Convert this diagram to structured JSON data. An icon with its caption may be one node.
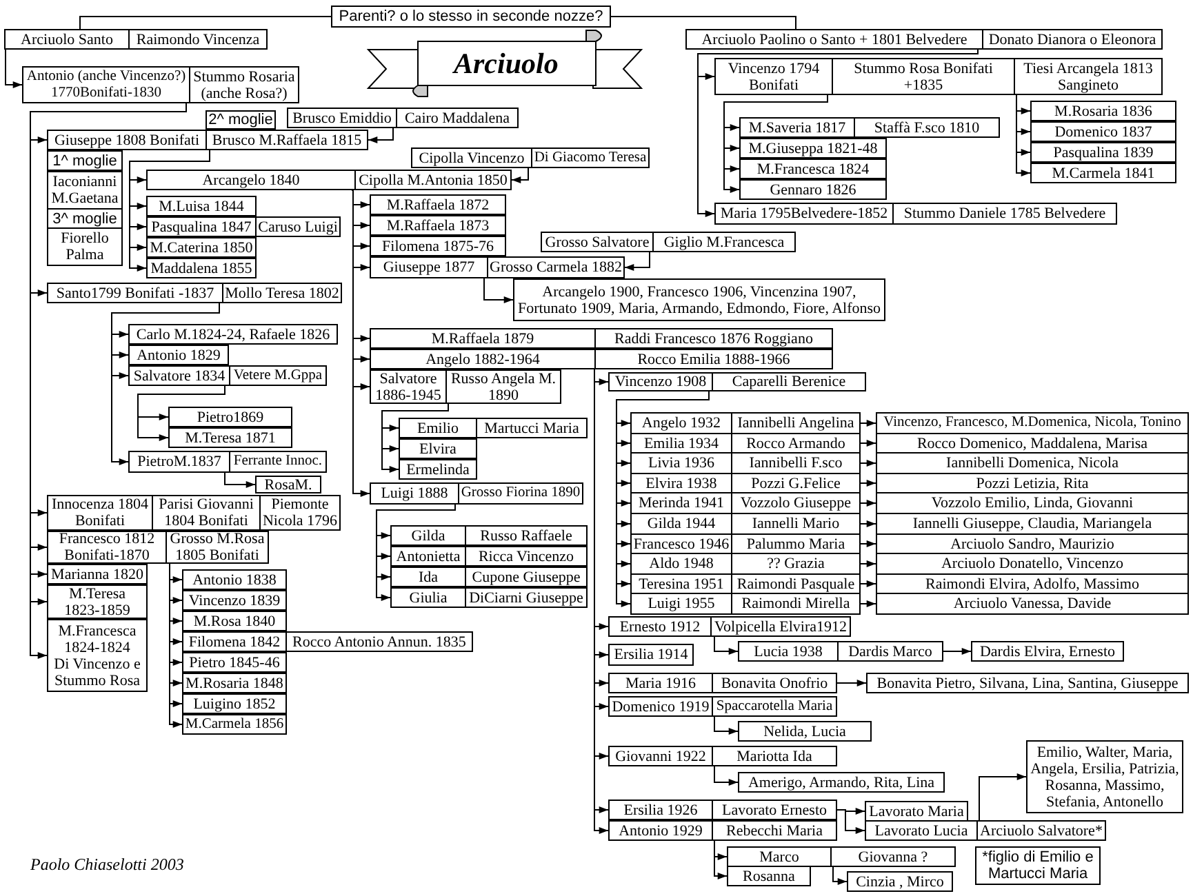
{
  "diagram": {
    "title": "Arciuolo",
    "caption": "Paolo Chiaselotti 2003",
    "nodes": [
      {
        "text": [
          "Parenti? o lo stesso in seconde nozze?"
        ]
      },
      {
        "text": [
          "Arciuolo Santo"
        ]
      },
      {
        "text": [
          "Raimondo Vincenza"
        ]
      },
      {
        "text": [
          "Antonio (anche Vincenzo?) 1770Bonifati-1830"
        ]
      },
      {
        "text": [
          "Stummo Rosaria (anche Rosa?)"
        ]
      },
      {
        "text": [
          "Arciuolo Paolino o Santo + 1801 Belvedere"
        ]
      },
      {
        "text": [
          "Donato Dianora o Eleonora"
        ]
      },
      {
        "text": [
          "Vincenzo 1794 Bonifati"
        ]
      },
      {
        "text": [
          "Stummo Rosa Bonifati +1835"
        ]
      },
      {
        "text": [
          "Tiesi Arcangela 1813 Sangineto"
        ]
      },
      {
        "text": [
          "M.Saveria 1817"
        ]
      },
      {
        "text": [
          "Staffà F.sco 1810"
        ]
      },
      {
        "text": [
          "M.Rosaria 1836"
        ]
      },
      {
        "text": [
          "M.Giuseppa 1821-48"
        ]
      },
      {
        "text": [
          "Domenico 1837"
        ]
      },
      {
        "text": [
          "M.Francesca 1824"
        ]
      },
      {
        "text": [
          "Pasqualina 1839"
        ]
      },
      {
        "text": [
          "Gennaro 1826"
        ]
      },
      {
        "text": [
          "M.Carmela 1841"
        ]
      },
      {
        "text": [
          "Maria 1795Belvedere-1852"
        ]
      },
      {
        "text": [
          "Stummo Daniele 1785 Belvedere"
        ]
      },
      {
        "text": [
          "2^ moglie"
        ]
      },
      {
        "text": [
          "Brusco Emiddio"
        ]
      },
      {
        "text": [
          "Cairo Maddalena"
        ]
      },
      {
        "text": [
          "Giuseppe 1808 Bonifati"
        ]
      },
      {
        "text": [
          "Brusco M.Raffaela 1815"
        ]
      },
      {
        "text": [
          "1^ moglie"
        ]
      },
      {
        "text": [
          "Iaconianni M.Gaetana"
        ]
      },
      {
        "text": [
          "3^ moglie"
        ]
      },
      {
        "text": [
          "Fiorello Palma"
        ]
      },
      {
        "text": [
          "Cipolla Vincenzo"
        ]
      },
      {
        "text": [
          "Di Giacomo Teresa"
        ]
      },
      {
        "text": [
          "Arcangelo 1840"
        ]
      },
      {
        "text": [
          "Cipolla M.Antonia 1850"
        ]
      },
      {
        "text": [
          "M.Luisa 1844"
        ]
      },
      {
        "text": [
          "Pasqualina 1847"
        ]
      },
      {
        "text": [
          "Caruso Luigi"
        ]
      },
      {
        "text": [
          "M.Caterina 1850"
        ]
      },
      {
        "text": [
          "Maddalena 1855"
        ]
      },
      {
        "text": [
          "M.Raffaela 1872"
        ]
      },
      {
        "text": [
          "M.Raffaela 1873"
        ]
      },
      {
        "text": [
          "Filomena 1875-76"
        ]
      },
      {
        "text": [
          "Grosso Salvatore"
        ]
      },
      {
        "text": [
          "Giglio M.Francesca"
        ]
      },
      {
        "text": [
          "Giuseppe 1877"
        ]
      },
      {
        "text": [
          "Grosso Carmela 1882"
        ]
      },
      {
        "text": [
          "Arcangelo 1900, Francesco 1906, Vincenzina 1907, Fortunato 1909, Maria, Armando, Edmondo, Fiore, Alfonso"
        ]
      },
      {
        "text": [
          "Santo1799 Bonifati -1837"
        ]
      },
      {
        "text": [
          "Mollo Teresa 1802"
        ]
      },
      {
        "text": [
          "Carlo M.1824-24, Rafaele 1826"
        ]
      },
      {
        "text": [
          "Antonio 1829"
        ]
      },
      {
        "text": [
          "Salvatore 1834"
        ]
      },
      {
        "text": [
          "Vetere M.Gppa"
        ]
      },
      {
        "text": [
          "Pietro1869"
        ]
      },
      {
        "text": [
          "M.Teresa 1871"
        ]
      },
      {
        "text": [
          "PietroM.1837"
        ]
      },
      {
        "text": [
          "Ferrante Innoc."
        ]
      },
      {
        "text": [
          "RosaM."
        ]
      },
      {
        "text": [
          "M.Raffaela 1879"
        ]
      },
      {
        "text": [
          "Raddi Francesco 1876 Roggiano"
        ]
      },
      {
        "text": [
          "Angelo 1882-1964"
        ]
      },
      {
        "text": [
          "Rocco Emilia 1888-1966"
        ]
      },
      {
        "text": [
          "Salvatore 1886-1945"
        ]
      },
      {
        "text": [
          "Russo Angela M. 1890"
        ]
      },
      {
        "text": [
          "Emilio"
        ]
      },
      {
        "text": [
          "Martucci Maria"
        ]
      },
      {
        "text": [
          "Elvira"
        ]
      },
      {
        "text": [
          "Ermelinda"
        ]
      },
      {
        "text": [
          "Luigi 1888"
        ]
      },
      {
        "text": [
          "Grosso Fiorina 1890"
        ]
      },
      {
        "text": [
          "Gilda"
        ]
      },
      {
        "text": [
          "Russo Raffaele"
        ]
      },
      {
        "text": [
          "Antonietta"
        ]
      },
      {
        "text": [
          "Ricca Vincenzo"
        ]
      },
      {
        "text": [
          "Ida"
        ]
      },
      {
        "text": [
          "Cupone Giuseppe"
        ]
      },
      {
        "text": [
          "Giulia"
        ]
      },
      {
        "text": [
          "DiCiarni Giuseppe"
        ]
      },
      {
        "text": [
          "Innocenza 1804 Bonifati"
        ]
      },
      {
        "text": [
          "Parisi Giovanni 1804 Bonifati"
        ]
      },
      {
        "text": [
          "Piemonte Nicola 1796"
        ]
      },
      {
        "text": [
          "Francesco 1812 Bonifati-1870"
        ]
      },
      {
        "text": [
          "Grosso M.Rosa 1805 Bonifati"
        ]
      },
      {
        "text": [
          "Marianna 1820"
        ]
      },
      {
        "text": [
          "M.Teresa 1823-1859"
        ]
      },
      {
        "text": [
          "M.Francesca 1824-1824",
          "Di Vincenzo e Stummo Rosa"
        ]
      },
      {
        "text": [
          "Antonio 1838"
        ]
      },
      {
        "text": [
          "Vincenzo 1839"
        ]
      },
      {
        "text": [
          "M.Rosa 1840"
        ]
      },
      {
        "text": [
          "Filomena 1842"
        ]
      },
      {
        "text": [
          "Rocco Antonio Annun. 1835"
        ]
      },
      {
        "text": [
          "Pietro 1845-46"
        ]
      },
      {
        "text": [
          "M.Rosaria 1848"
        ]
      },
      {
        "text": [
          "Luigino 1852"
        ]
      },
      {
        "text": [
          "M.Carmela 1856"
        ]
      },
      {
        "text": [
          "Vincenzo 1908"
        ]
      },
      {
        "text": [
          "Caparelli Berenice"
        ]
      },
      {
        "text": [
          "Angelo 1932"
        ]
      },
      {
        "text": [
          "Iannibelli Angelina"
        ]
      },
      {
        "text": [
          "Vincenzo, Francesco, M.Domenica, Nicola, Tonino"
        ]
      },
      {
        "text": [
          "Emilia 1934"
        ]
      },
      {
        "text": [
          "Rocco Armando"
        ]
      },
      {
        "text": [
          "Rocco Domenico, Maddalena, Marisa"
        ]
      },
      {
        "text": [
          "Livia 1936"
        ]
      },
      {
        "text": [
          "Iannibelli F.sco"
        ]
      },
      {
        "text": [
          "Iannibelli Domenica, Nicola"
        ]
      },
      {
        "text": [
          "Elvira 1938"
        ]
      },
      {
        "text": [
          "Pozzi G.Felice"
        ]
      },
      {
        "text": [
          "Pozzi Letizia, Rita"
        ]
      },
      {
        "text": [
          "Merinda 1941"
        ]
      },
      {
        "text": [
          "Vozzolo Giuseppe"
        ]
      },
      {
        "text": [
          "Vozzolo Emilio, Linda, Giovanni"
        ]
      },
      {
        "text": [
          "Gilda 1944"
        ]
      },
      {
        "text": [
          "Iannelli Mario"
        ]
      },
      {
        "text": [
          "Iannelli Giuseppe, Claudia, Mariangela"
        ]
      },
      {
        "text": [
          "Francesco 1946"
        ]
      },
      {
        "text": [
          "Palummo Maria"
        ]
      },
      {
        "text": [
          "Arciuolo Sandro, Maurizio"
        ]
      },
      {
        "text": [
          "Aldo 1948"
        ]
      },
      {
        "text": [
          "?? Grazia"
        ]
      },
      {
        "text": [
          "Arciuolo Donatello, Vincenzo"
        ]
      },
      {
        "text": [
          "Teresina 1951"
        ]
      },
      {
        "text": [
          "Raimondi Pasquale"
        ]
      },
      {
        "text": [
          "Raimondi Elvira, Adolfo, Massimo"
        ]
      },
      {
        "text": [
          "Luigi 1955"
        ]
      },
      {
        "text": [
          "Raimondi Mirella"
        ]
      },
      {
        "text": [
          "Arciuolo Vanessa, Davide"
        ]
      },
      {
        "text": [
          "Ernesto 1912"
        ]
      },
      {
        "text": [
          "Volpicella Elvira1912"
        ]
      },
      {
        "text": [
          "Lucia 1938"
        ]
      },
      {
        "text": [
          "Dardis Marco"
        ]
      },
      {
        "text": [
          "Dardis Elvira, Ernesto"
        ]
      },
      {
        "text": [
          "Ersilia 1914"
        ]
      },
      {
        "text": [
          "Maria 1916"
        ]
      },
      {
        "text": [
          "Bonavita Onofrio"
        ]
      },
      {
        "text": [
          "Bonavita Pietro, Silvana, Lina, Santina, Giuseppe"
        ]
      },
      {
        "text": [
          "Domenico 1919"
        ]
      },
      {
        "text": [
          "Spaccarotella Maria"
        ]
      },
      {
        "text": [
          "Nelida, Lucia"
        ]
      },
      {
        "text": [
          "Giovanni 1922"
        ]
      },
      {
        "text": [
          "Mariotta Ida"
        ]
      },
      {
        "text": [
          "Amerigo, Armando, Rita, Lina"
        ]
      },
      {
        "text": [
          "Ersilia 1926"
        ]
      },
      {
        "text": [
          "Lavorato Ernesto"
        ]
      },
      {
        "text": [
          "Lavorato Maria"
        ]
      },
      {
        "text": [
          "Lavorato Lucia"
        ]
      },
      {
        "text": [
          "Arciuolo Salvatore*"
        ]
      },
      {
        "text": [
          "Emilio, Walter, Maria, Angela, Ersilia, Patrizia, Rosanna, Massimo, Stefania, Antonello"
        ]
      },
      {
        "text": [
          "Antonio 1929"
        ]
      },
      {
        "text": [
          "Rebecchi Maria"
        ]
      },
      {
        "text": [
          "Marco"
        ]
      },
      {
        "text": [
          "Giovanna ?"
        ]
      },
      {
        "text": [
          "Rosanna"
        ]
      },
      {
        "text": [
          "Cinzia , Mirco"
        ]
      },
      {
        "text": [
          "*figlio di Emilio e Martucci Maria"
        ]
      }
    ],
    "edges": [
      {
        "from": 0,
        "to": 1,
        "arrow": "none"
      },
      {
        "from": 0,
        "to": 5,
        "arrow": "none"
      },
      {
        "from": 1,
        "to": 3,
        "arrow": "to"
      },
      {
        "from": 3,
        "to": 24,
        "arrow": "to"
      },
      {
        "from": 3,
        "to": 47,
        "arrow": "to"
      },
      {
        "from": 3,
        "to": 78,
        "arrow": "to"
      },
      {
        "from": 3,
        "to": 81,
        "arrow": "to"
      },
      {
        "from": 3,
        "to": 83,
        "arrow": "to"
      },
      {
        "from": 3,
        "to": 84,
        "arrow": "to"
      },
      {
        "from": 3,
        "to": 85,
        "arrow": "to"
      },
      {
        "from": 22,
        "to": 25,
        "arrow": "to"
      },
      {
        "from": 25,
        "to": 32,
        "arrow": "to"
      },
      {
        "from": 25,
        "to": 34,
        "arrow": "to"
      },
      {
        "from": 25,
        "to": 35,
        "arrow": "to"
      },
      {
        "from": 25,
        "to": 37,
        "arrow": "to"
      },
      {
        "from": 25,
        "to": 38,
        "arrow": "to"
      },
      {
        "from": 30,
        "to": 33,
        "arrow": "to"
      },
      {
        "from": 32,
        "to": 39,
        "arrow": "to"
      },
      {
        "from": 32,
        "to": 40,
        "arrow": "to"
      },
      {
        "from": 32,
        "to": 41,
        "arrow": "to"
      },
      {
        "from": 32,
        "to": 44,
        "arrow": "to"
      },
      {
        "from": 32,
        "to": 58,
        "arrow": "to"
      },
      {
        "from": 32,
        "to": 60,
        "arrow": "to"
      },
      {
        "from": 32,
        "to": 62,
        "arrow": "to"
      },
      {
        "from": 32,
        "to": 68,
        "arrow": "to"
      },
      {
        "from": 42,
        "to": 45,
        "arrow": "to"
      },
      {
        "from": 44,
        "to": 46,
        "arrow": "to"
      },
      {
        "from": 63,
        "to": 64,
        "arrow": "to"
      },
      {
        "from": 63,
        "to": 66,
        "arrow": "to"
      },
      {
        "from": 63,
        "to": 67,
        "arrow": "to"
      },
      {
        "from": 68,
        "to": 70,
        "arrow": "to"
      },
      {
        "from": 68,
        "to": 72,
        "arrow": "to"
      },
      {
        "from": 68,
        "to": 74,
        "arrow": "to"
      },
      {
        "from": 68,
        "to": 76,
        "arrow": "to"
      },
      {
        "from": 60,
        "to": 95,
        "arrow": "to"
      },
      {
        "from": 60,
        "to": 127,
        "arrow": "to"
      },
      {
        "from": 60,
        "to": 132,
        "arrow": "to"
      },
      {
        "from": 60,
        "to": 133,
        "arrow": "to"
      },
      {
        "from": 60,
        "to": 136,
        "arrow": "to"
      },
      {
        "from": 60,
        "to": 139,
        "arrow": "to"
      },
      {
        "from": 60,
        "to": 142,
        "arrow": "to"
      },
      {
        "from": 60,
        "to": 148,
        "arrow": "to"
      },
      {
        "from": 95,
        "to": 97,
        "arrow": "to"
      },
      {
        "from": 95,
        "to": 100,
        "arrow": "to"
      },
      {
        "from": 95,
        "to": 103,
        "arrow": "to"
      },
      {
        "from": 95,
        "to": 106,
        "arrow": "to"
      },
      {
        "from": 95,
        "to": 109,
        "arrow": "to"
      },
      {
        "from": 95,
        "to": 112,
        "arrow": "to"
      },
      {
        "from": 95,
        "to": 115,
        "arrow": "to"
      },
      {
        "from": 95,
        "to": 118,
        "arrow": "to"
      },
      {
        "from": 95,
        "to": 121,
        "arrow": "to"
      },
      {
        "from": 95,
        "to": 124,
        "arrow": "to"
      },
      {
        "from": 98,
        "to": 99,
        "arrow": "to"
      },
      {
        "from": 101,
        "to": 102,
        "arrow": "to"
      },
      {
        "from": 104,
        "to": 105,
        "arrow": "to"
      },
      {
        "from": 107,
        "to": 108,
        "arrow": "to"
      },
      {
        "from": 110,
        "to": 111,
        "arrow": "to"
      },
      {
        "from": 113,
        "to": 114,
        "arrow": "to"
      },
      {
        "from": 116,
        "to": 117,
        "arrow": "to"
      },
      {
        "from": 119,
        "to": 120,
        "arrow": "to"
      },
      {
        "from": 122,
        "to": 123,
        "arrow": "to"
      },
      {
        "from": 125,
        "to": 126,
        "arrow": "to"
      },
      {
        "from": 128,
        "to": 129,
        "arrow": "to"
      },
      {
        "from": 130,
        "to": 131,
        "arrow": "to"
      },
      {
        "from": 134,
        "to": 135,
        "arrow": "to"
      },
      {
        "from": 137,
        "to": 138,
        "arrow": "to"
      },
      {
        "from": 140,
        "to": 141,
        "arrow": "to"
      },
      {
        "from": 143,
        "to": 144,
        "arrow": "to"
      },
      {
        "from": 143,
        "to": 145,
        "arrow": "to"
      },
      {
        "from": 146,
        "to": 147,
        "arrow": "to"
      },
      {
        "from": 149,
        "to": 150,
        "arrow": "to"
      },
      {
        "from": 149,
        "to": 152,
        "arrow": "to"
      },
      {
        "from": 151,
        "to": 153,
        "arrow": "to"
      },
      {
        "from": 5,
        "to": 7,
        "arrow": "to"
      },
      {
        "from": 5,
        "to": 19,
        "arrow": "to"
      },
      {
        "from": 7,
        "to": 10,
        "arrow": "to"
      },
      {
        "from": 7,
        "to": 13,
        "arrow": "to"
      },
      {
        "from": 7,
        "to": 15,
        "arrow": "to"
      },
      {
        "from": 7,
        "to": 17,
        "arrow": "to"
      },
      {
        "from": 9,
        "to": 12,
        "arrow": "to"
      },
      {
        "from": 9,
        "to": 14,
        "arrow": "to"
      },
      {
        "from": 9,
        "to": 16,
        "arrow": "to"
      },
      {
        "from": 9,
        "to": 18,
        "arrow": "to"
      },
      {
        "from": 47,
        "to": 49,
        "arrow": "to"
      },
      {
        "from": 47,
        "to": 50,
        "arrow": "to"
      },
      {
        "from": 47,
        "to": 51,
        "arrow": "to"
      },
      {
        "from": 47,
        "to": 55,
        "arrow": "to"
      },
      {
        "from": 51,
        "to": 53,
        "arrow": "to"
      },
      {
        "from": 51,
        "to": 54,
        "arrow": "to"
      },
      {
        "from": 55,
        "to": 57,
        "arrow": "to"
      },
      {
        "from": 82,
        "to": 86,
        "arrow": "to"
      },
      {
        "from": 82,
        "to": 87,
        "arrow": "to"
      },
      {
        "from": 82,
        "to": 88,
        "arrow": "to"
      },
      {
        "from": 82,
        "to": 89,
        "arrow": "to"
      },
      {
        "from": 82,
        "to": 91,
        "arrow": "to"
      },
      {
        "from": 82,
        "to": 92,
        "arrow": "to"
      },
      {
        "from": 82,
        "to": 93,
        "arrow": "to"
      },
      {
        "from": 82,
        "to": 94,
        "arrow": "to"
      }
    ]
  }
}
